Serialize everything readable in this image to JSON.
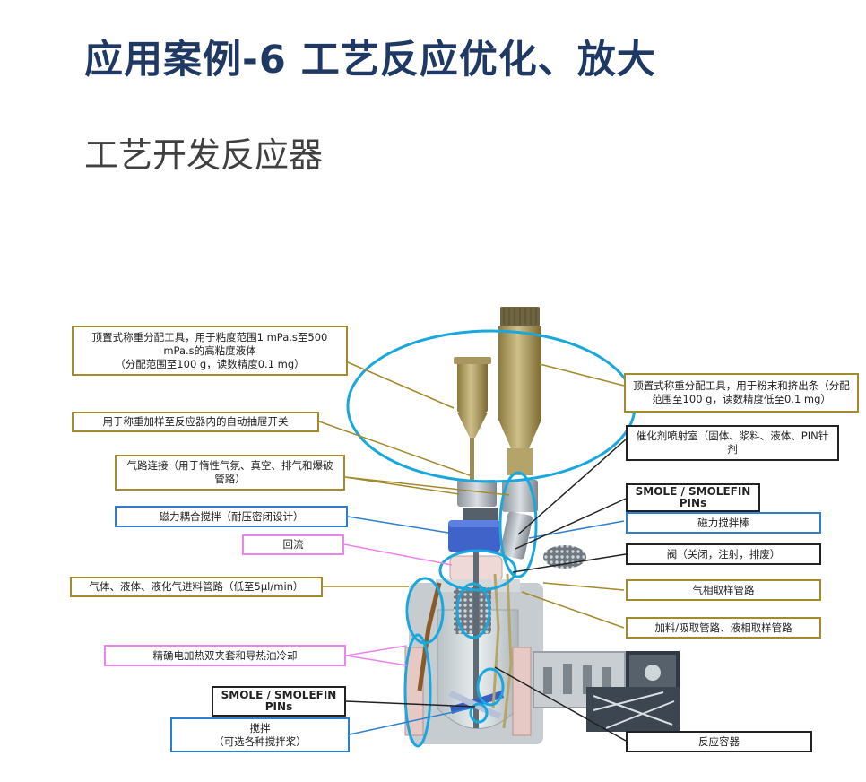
{
  "header": {
    "title": "应用案例-6  工艺反应优化、放大",
    "subtitle": "工艺开发反应器"
  },
  "callouts": {
    "liquid_dispenser": "顶置式称重分配工具，用于粘度范围1 mPa.s至500 mPa.s的高粘度液体\n（分配范围至100 g，读数精度0.1 mg）",
    "auto_switch": "用于称重加样至反应器内的自动抽屉开关",
    "gas_connection": "气路连接（用于惰性气氛、真空、排气和爆破管路）",
    "magnetic_coupling": "磁力耦合搅拌（耐压密闭设计）",
    "reflux": "回流",
    "gas_liquid_feed": "气体、液体、液化气进料管路（低至5μl/min）",
    "heating_jacket": "精确电加热双夹套和导热油冷却",
    "smole_left": "SMOLE / SMOLEFIN\nPINs",
    "stirring": "搅拌\n（可选各种搅拌桨）",
    "powder_dispenser": "顶置式称重分配工具，用于粉末和挤出条（分配范围至100 g，读数精度低至0.1 mg）",
    "catalyst_chamber": "催化剂喷射室（固体、浆料、液体、PIN针剂",
    "smole_right": "SMOLE / SMOLEFIN\nPINs",
    "magnetic_bar": "磁力搅拌棒",
    "valve": "阀（关闭，注射，排废）",
    "gas_sampling": "气相取样管路",
    "feed_sampling": "加料/吸取管路、液相取样管路",
    "vessel": "反应容器"
  },
  "colors": {
    "title": "#1f3864",
    "gold": "#a38a2c",
    "blue": "#2f7fd1",
    "pink": "#ee82ee",
    "cyan": "#1aa7dc",
    "black": "#222222"
  }
}
